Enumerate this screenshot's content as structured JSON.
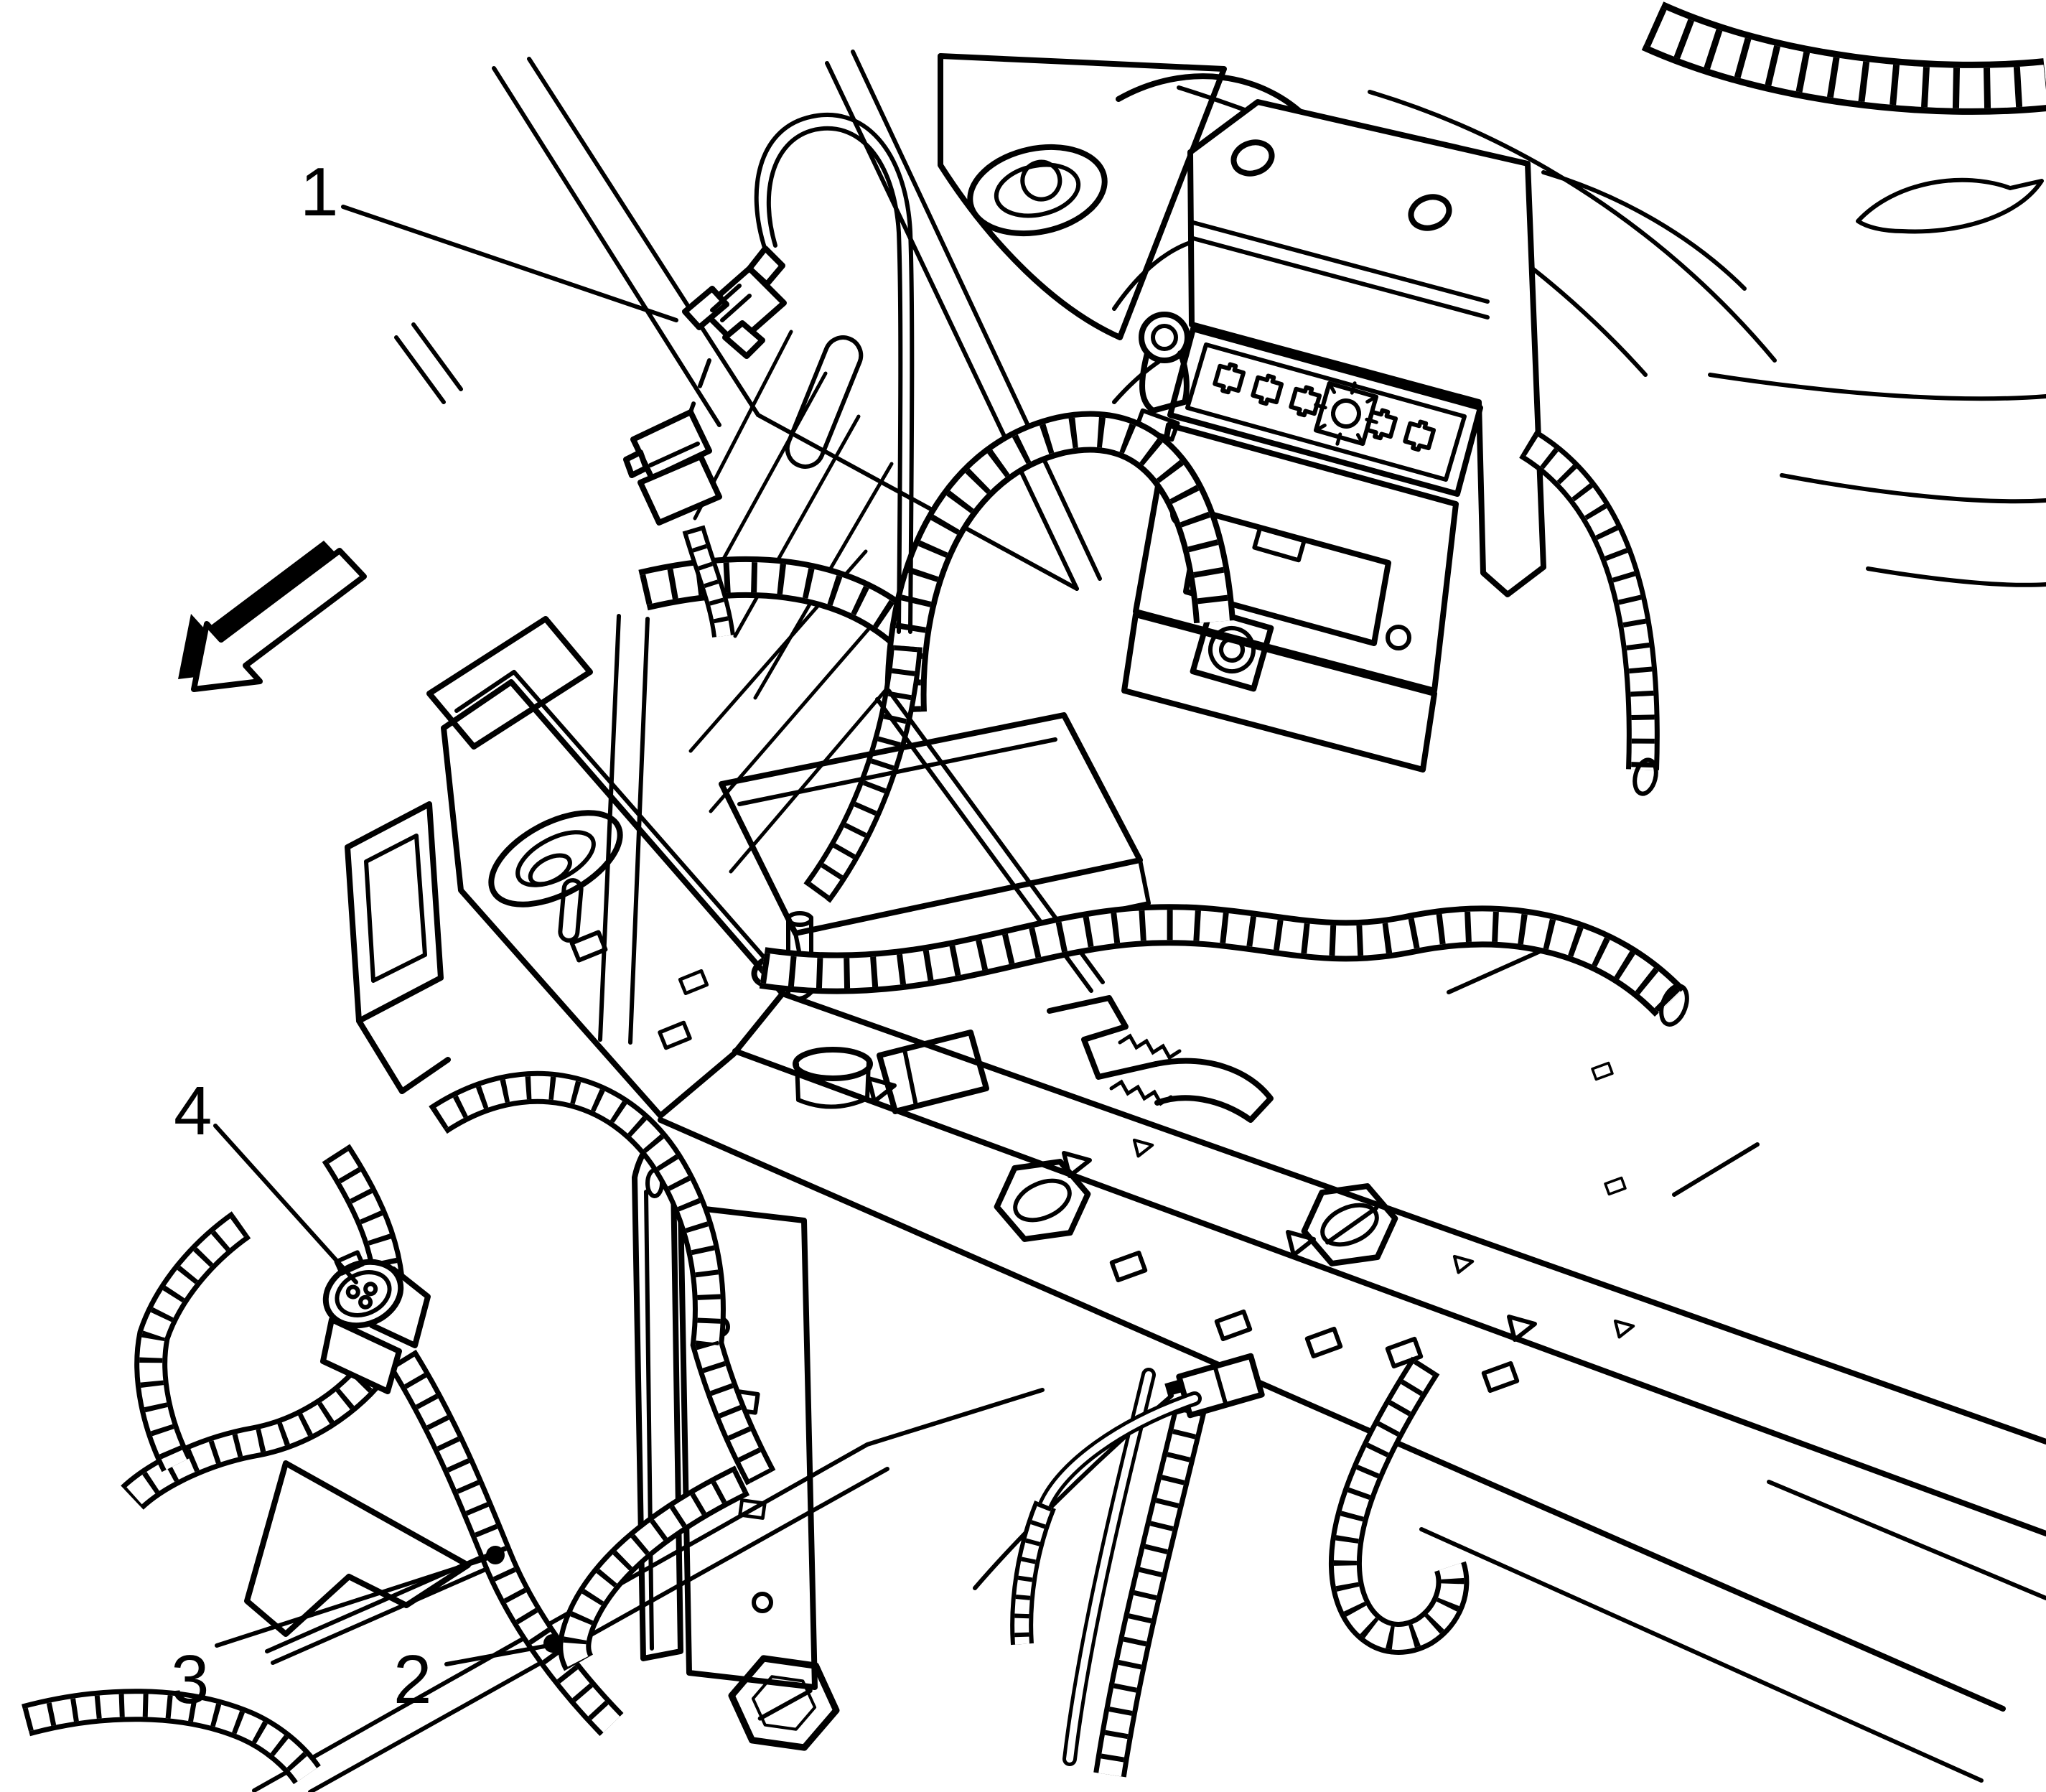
{
  "figure": {
    "type": "service-manual-line-illustration",
    "background_color": "#ffffff",
    "line_color": "#000000",
    "callouts": [
      {
        "label": "1"
      },
      {
        "label": "2"
      },
      {
        "label": "3"
      },
      {
        "label": "4"
      }
    ],
    "direction_arrow": {
      "style": "3d-block-arrow",
      "points": "down-left"
    }
  }
}
